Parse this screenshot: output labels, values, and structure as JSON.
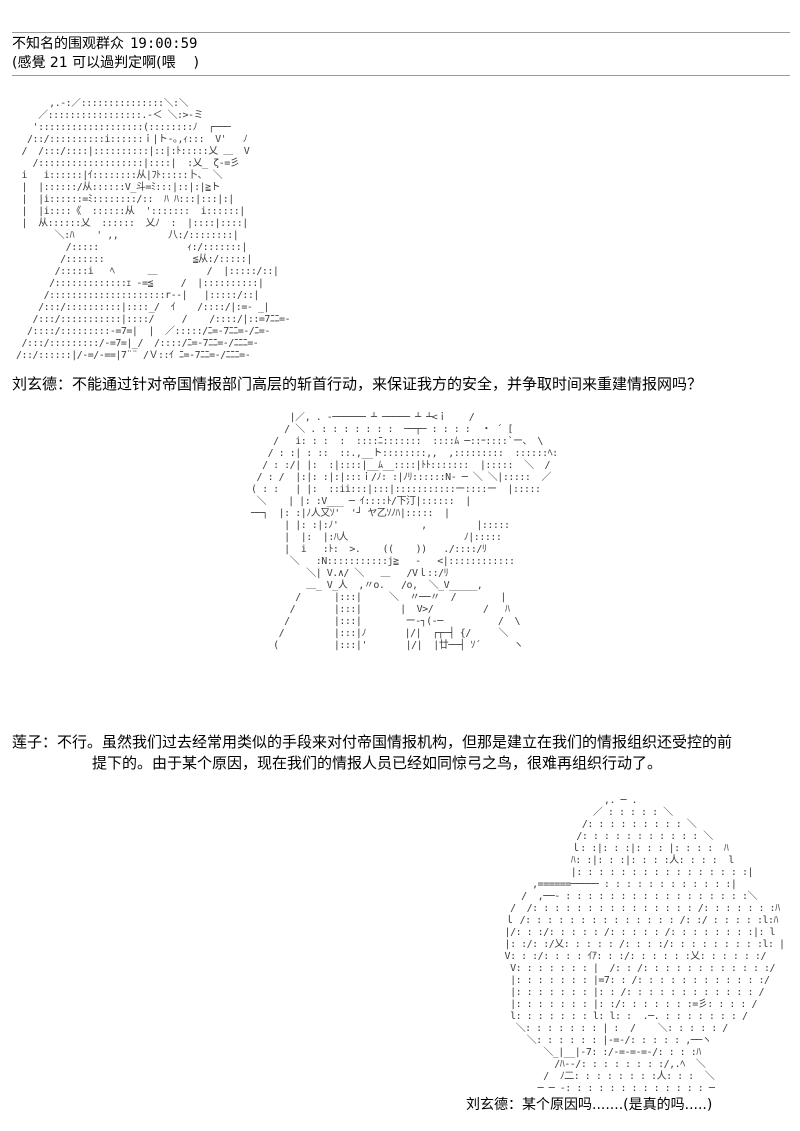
{
  "comment": {
    "author": "不知名的围观群众",
    "time": "19:00:59",
    "text": "(感覺 21 可以過判定啊(喂    )"
  },
  "art": {
    "liu_1": "      ,.-:／:::::::::::::::＼:＼\n    ／:::::::::::::::::.-＜ ＼:>-ミ\n   ':::::::::::::::::::(::::::::ﾉ  ┌───\n  /::/::::::::::i::::::ｉ|ト-｡,ｨ:::  V'   ﾉ\n /  /:::/::::|::::::::::|::|:ﾄ:::::乂 ＿  V\n   /:::::::::::::::::::|::::|  :乂_ ζ-=彡\n i   i::::::|ｲ::::::::从|ﾌﾄ:::::卜、 ＼\n |  |::::::/从::::::V_斗=ﾐ:::|::|:|≧ト\n |  |i::::::=ﾐ::::::::/::  ﾊ ﾊ:::|:::|:|\n |  |i::::《  ::::::从  ':::::::  i::::::|\n |  从::::::乂  ::::::  乂ﾉ  :  |::::|::::|\n       ＼:ﾊ    ' ,,         八:/::::::::|\n         /:::::                ｨ:/:::::::|\n        /:::::::                ≦从:/:::::|\n       /:::::i   ﾍ      ＿         /  |:::::/::|\n      /:::::::::::::ｪ -=≦     /  |::::::::::|\n     /:::::::::::::::::::::r--|   |:::::/::|\n    /:::/::::::::::|::::_/  ｲ    /::::/|:=- _|\n   /:::/:::::::::::|::::/     /    /::::/|::=7ﾆﾆ=-\n  /::::/:::::::::-=7=|  |  ／:::::/ﾆ=-7ﾆﾆ=-/ﾆ=-\n /:::/:::::::::/-=7=|_/  /::::/ﾆ=-7ﾆﾆ=-/ﾆﾆﾆ=-\n/::/::::::|/-=/-==|7¨¨ /Ｖ::ｲ ﾆ=-7ﾆﾆ=-/ﾆﾆﾆ=-",
    "renko": "         |／, . -────── ┴ ───── ┴ ┴<ｉ    /\n        / ＼ . : : : : : : :  ──┬─ : : : :  ・ ´ [\n      /   i: : :  :  ::::ﾆ:::::::  ::::ﾑ ─::ｰ::::`ー、 \\\n     / : :| : ::  ::.,__ト::::::::,,  ,:::::::::  ::::::ﾍ:  ＼\n    / : :/| |:  :|::::|__ﾑ__::::|ﾄﾄ:::::::  |:::::  ＼  /\n   / : /  |:|: :|:|:::ｉ/ﾉ: :|ﾉﾘ::::::N- ─ ＼ ＼|:::::  ／\n  ( : :   | |:  ::ii:::|:::|:::::::::::ー::::ー  |:::::\n   ＼    | |: :V___ ─ ｲ::::ﾄ/下汀|::::::  |\n  ──┐  |: :|ﾉ人又ｿ'  '┘ ヤ乙ｿﾉﾊ|:::::  |\n        | |: :|:ﾉ'               ,         |:::::\n        |  |:  |:ﾊ人                     ﾉ|:::::\n        |  i   :ﾄ:  >.    ((    ))   ./::::/ﾘ\n         ＼   :N:::::::::::j≧   -   <|::::::::::::\n            ＼| V.∧/ ＼   ＿   /Vｌ::/ﾘ\n            ＿_ V_人  ,〃o.   /o,  ＼_V_____,\n          /      |:::|     ＼  〃──〃  /        |\n         /       |:::|       |  V>/         /   ﾊ\n        /        |:::|        ー-┐(-─          /  \\\n       /         |:::|ﾉ       |/|  ┌┬─┤ {/     ＼\n      (          |:::|'       |/|  |廿──┤ ｿ´      ヽ",
    "liu_2": "                     ,. ─ .\n                   ／ : : : : : ＼\n                 /: : : : : : : : : ＼\n                /: : : : : : : : : : : ＼\n               ｌ: :|: : :|: : : |: : : :  ﾊ\n               ﾊ: :|: : :|: : : :人: : : :  l\n               |: : : : : : : : : : : : : : : :|\n        ,======───── : : : : : : : : : : : :|\n      /  ,──‐ : : : : : : : : : : : : : : : : :＼\n    /  /: : : : : : : : : : : : : : : /: : : : : : :ﾊ\n   ｌ /: : : : : : : : : : : : : : /: :/ : : : : :l:ﾊ\n   |/: : :/: : : : : /: : : : : /: : : : : : : :|: l\n   |: :/: :/乂: : : : : /: : : :/: : : : : : : : :l: |\n   V: : :/: : : : ｲｱ: : :/: : : : : :乂: : : : : :/\n    V: : : : : : : |  /: : /: : : : : : : : : : : :/\n    |: : : : : : : |=7: : /: : : : : : : : : : : :/\n    |: : : : : : : |: : /: : : : : : : : : : : : /\n    |: : : : : : : |: :/: : : : : : :=彡: : : : /\n    l: : : : : : : l: l: :  .─. : : : : : : : /\n     ＼: : : : : : : | :  /    ＼: : : : : /\n       ＼: : : : : : |-=-/: : : : : ,──ヽ\n          ＼_|__|-7: :/-=-=-=-/: : : :ﾊ\n            /ﾊ--/: : : : : : : :/,.ﾍ  ＼\n          /  ﾉ二: : : : : : : :人: : :  ＼\n         ─ ─ -: : : : : : : : : : : : : ─"
  },
  "dialogs": {
    "d1": "刘玄德：不能通过针对帝国情报部门高层的斩首行动，来保证我方的安全，并争取时间来重建情报网吗？",
    "d2_line1": "莲子：不行。虽然我们过去经常用类似的手段来对付帝国情报机构，但那是建立在我们的情报组织还受控的前",
    "d2_line2": "提下的。由于某个原因，现在我们的情报人员已经如同惊弓之鸟，很难再组织行动了。",
    "d3": "刘玄德：某个原因吗.......(是真的吗.....)"
  }
}
